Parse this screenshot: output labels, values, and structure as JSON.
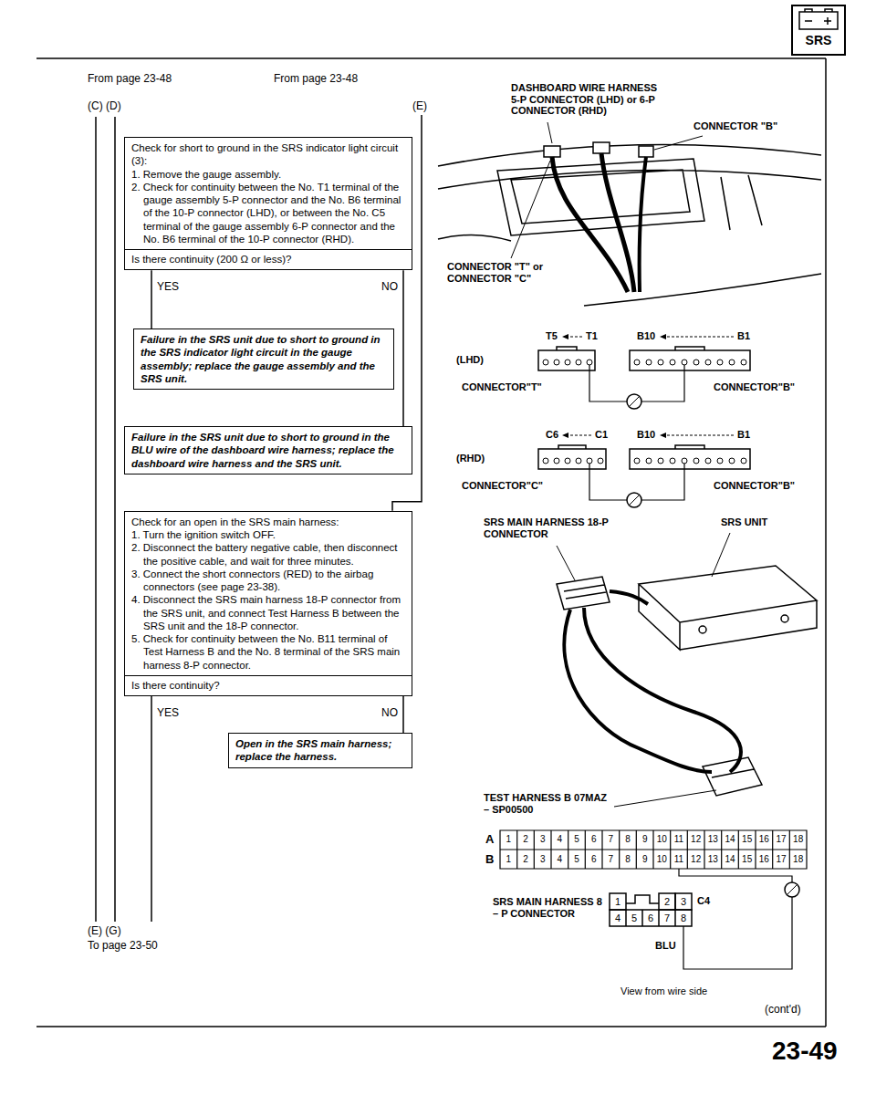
{
  "diagram": {
    "nodes": [
      {
        "text": [
          "Check for short to ground in the SRS indicator light circuit (3):",
          "1. Remove the gauge assembly.",
          "2. Check for continuity between the No. T1 terminal of the gauge assembly 5-P connector and the No. B6 terminal of the 10-P connector (LHD), or between the No. C5 terminal of the gauge assembly 6-P connector and the No. B6 terminal of the 10-P connector (RHD).",
          "Is there continuity (200 Ω or less)?"
        ]
      },
      {
        "text": [
          "Failure in the SRS unit due to short to ground in the SRS indicator light circuit in the gauge assembly; replace the gauge assembly and the SRS unit."
        ]
      },
      {
        "text": [
          "Failure in the SRS unit due to short to ground in the BLU wire of the dashboard wire harness; replace the dashboard wire harness and the SRS unit."
        ]
      },
      {
        "text": [
          "Check for an open in the SRS main harness:",
          "1. Turn the ignition switch OFF.",
          "2. Disconnect the battery negative cable, then disconnect the positive cable, and wait for three minutes.",
          "3. Connect the short connectors (RED) to the airbag connectors (see page 23-38).",
          "4. Disconnect the SRS main harness 18-P connector from the SRS unit, and connect Test Harness B between the SRS unit and the 18-P connector.",
          "5. Check for continuity between the No. B11 terminal of Test Harness B and the No. 8 terminal of the SRS main harness 8-P connector.",
          "Is there continuity?"
        ]
      },
      {
        "text": [
          "Open in the SRS main harness; replace the harness."
        ]
      }
    ],
    "edges": [
      {
        "from": 0,
        "to": 1,
        "label": "YES",
        "arrow": "none"
      },
      {
        "from": 0,
        "to": 2,
        "label": "NO",
        "arrow": "none"
      },
      {
        "from": 3,
        "to": 4,
        "label": "NO",
        "arrow": "none"
      }
    ],
    "labels": [
      "From page 23-48",
      "From page 23-48",
      "(C) (D)",
      "(E)",
      "YES",
      "(E) (G)",
      "To page 23-50",
      "DASHBOARD WIRE HARNESS 5-P CONNECTOR (LHD) or 6-P CONNECTOR (RHD)",
      "CONNECTOR \"B\"",
      "CONNECTOR \"T\" or CONNECTOR \"C\"",
      "T5",
      "T1",
      "B10",
      "B1",
      "(LHD)",
      "CONNECTOR\"T\"",
      "CONNECTOR\"B\"",
      "C6",
      "C1",
      "B10",
      "B1",
      "(RHD)",
      "CONNECTOR\"C\"",
      "CONNECTOR\"B\"",
      "SRS MAIN HARNESS 18-P CONNECTOR",
      "SRS UNIT",
      "TEST HARNESS B 07MAZ – SP00500",
      "A",
      "B",
      "1",
      "2",
      "3",
      "4",
      "5",
      "6",
      "7",
      "8",
      "9",
      "10",
      "11",
      "12",
      "13",
      "14",
      "15",
      "16",
      "17",
      "18",
      "1",
      "2",
      "3",
      "4",
      "5",
      "6",
      "7",
      "8",
      "9",
      "10",
      "11",
      "12",
      "13",
      "14",
      "15",
      "16",
      "17",
      "18",
      "SRS MAIN HARNESS 8 – P CONNECTOR",
      "1",
      "2",
      "3",
      "4",
      "5",
      "6",
      "7",
      "8",
      "C4",
      "BLU",
      "View from wire side",
      "(cont'd)",
      "23-49",
      "SRS"
    ]
  }
}
